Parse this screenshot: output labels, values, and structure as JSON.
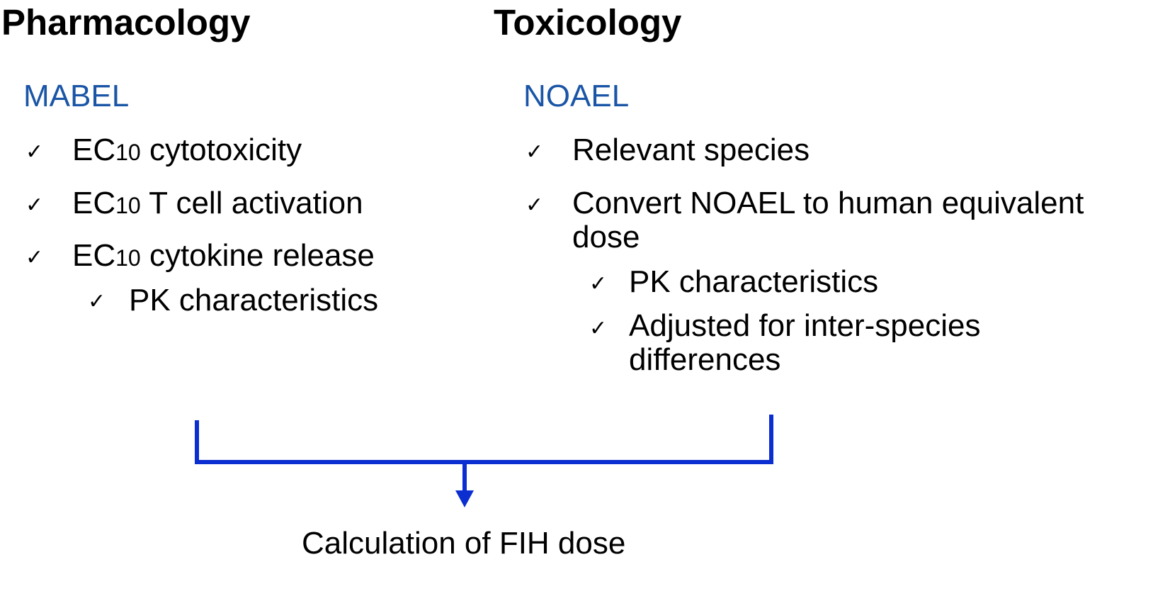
{
  "pharmacology": {
    "heading": "Pharmacology",
    "subheading": "MABEL",
    "items": [
      {
        "prefix": "EC",
        "subscript": "10",
        "text": " cytotoxicity"
      },
      {
        "prefix": "EC",
        "subscript": "10",
        "text": " T cell activation"
      },
      {
        "prefix": "EC",
        "subscript": "10",
        "text": " cytokine release"
      }
    ],
    "subitems": [
      {
        "text": "PK characteristics"
      }
    ]
  },
  "toxicology": {
    "heading": "Toxicology",
    "subheading": "NOAEL",
    "items": [
      {
        "text": "Relevant species"
      },
      {
        "line1": "Convert NOAEL to human equivalent",
        "line2": "dose"
      }
    ],
    "subitems": [
      {
        "text": "PK characteristics"
      },
      {
        "line1": "Adjusted for inter-species",
        "line2": "differences"
      }
    ]
  },
  "result": {
    "text": "Calculation of FIH dose"
  },
  "colors": {
    "accent": "#1a55a6",
    "connector": "#0a2ed0",
    "text": "#000000"
  },
  "check_glyph": "✓"
}
